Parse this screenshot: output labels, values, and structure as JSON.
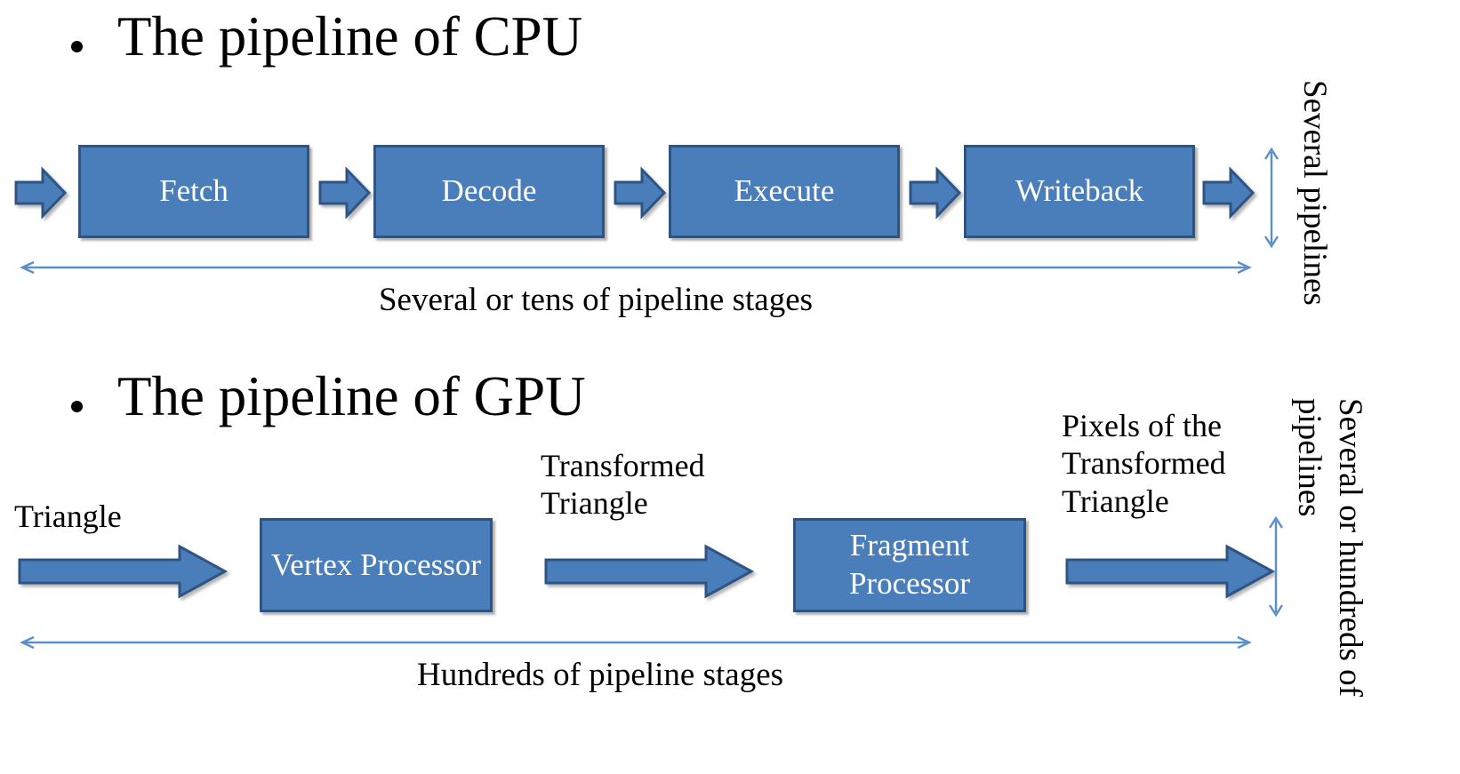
{
  "slide": {
    "background_color": "#ffffff",
    "box_fill": "#4a7ebb",
    "box_border": "#2e5484",
    "thin_arrow_color": "#5b8fc9",
    "text_color": "#000000",
    "box_label_color": "#ffffff"
  },
  "cpu_section": {
    "heading": "The pipeline of CPU",
    "bullet": "•",
    "stages": [
      {
        "label": "Fetch"
      },
      {
        "label": "Decode"
      },
      {
        "label": "Execute"
      },
      {
        "label": "Writeback"
      }
    ],
    "span_caption": "Several or tens of pipeline stages",
    "vertical_caption": "Several pipelines"
  },
  "gpu_section": {
    "heading": "The pipeline of GPU",
    "bullet": "•",
    "stages": [
      {
        "label": "Vertex\nProcessor"
      },
      {
        "label": "Fragment\nProcessor"
      }
    ],
    "flow_labels": [
      {
        "text": "Triangle"
      },
      {
        "text": "Transformed\nTriangle"
      },
      {
        "text": "Pixels of the\nTransformed\nTriangle"
      }
    ],
    "span_caption": "Hundreds of pipeline stages",
    "vertical_caption_line1": "Several or hundreds of",
    "vertical_caption_line2": "pipelines"
  }
}
